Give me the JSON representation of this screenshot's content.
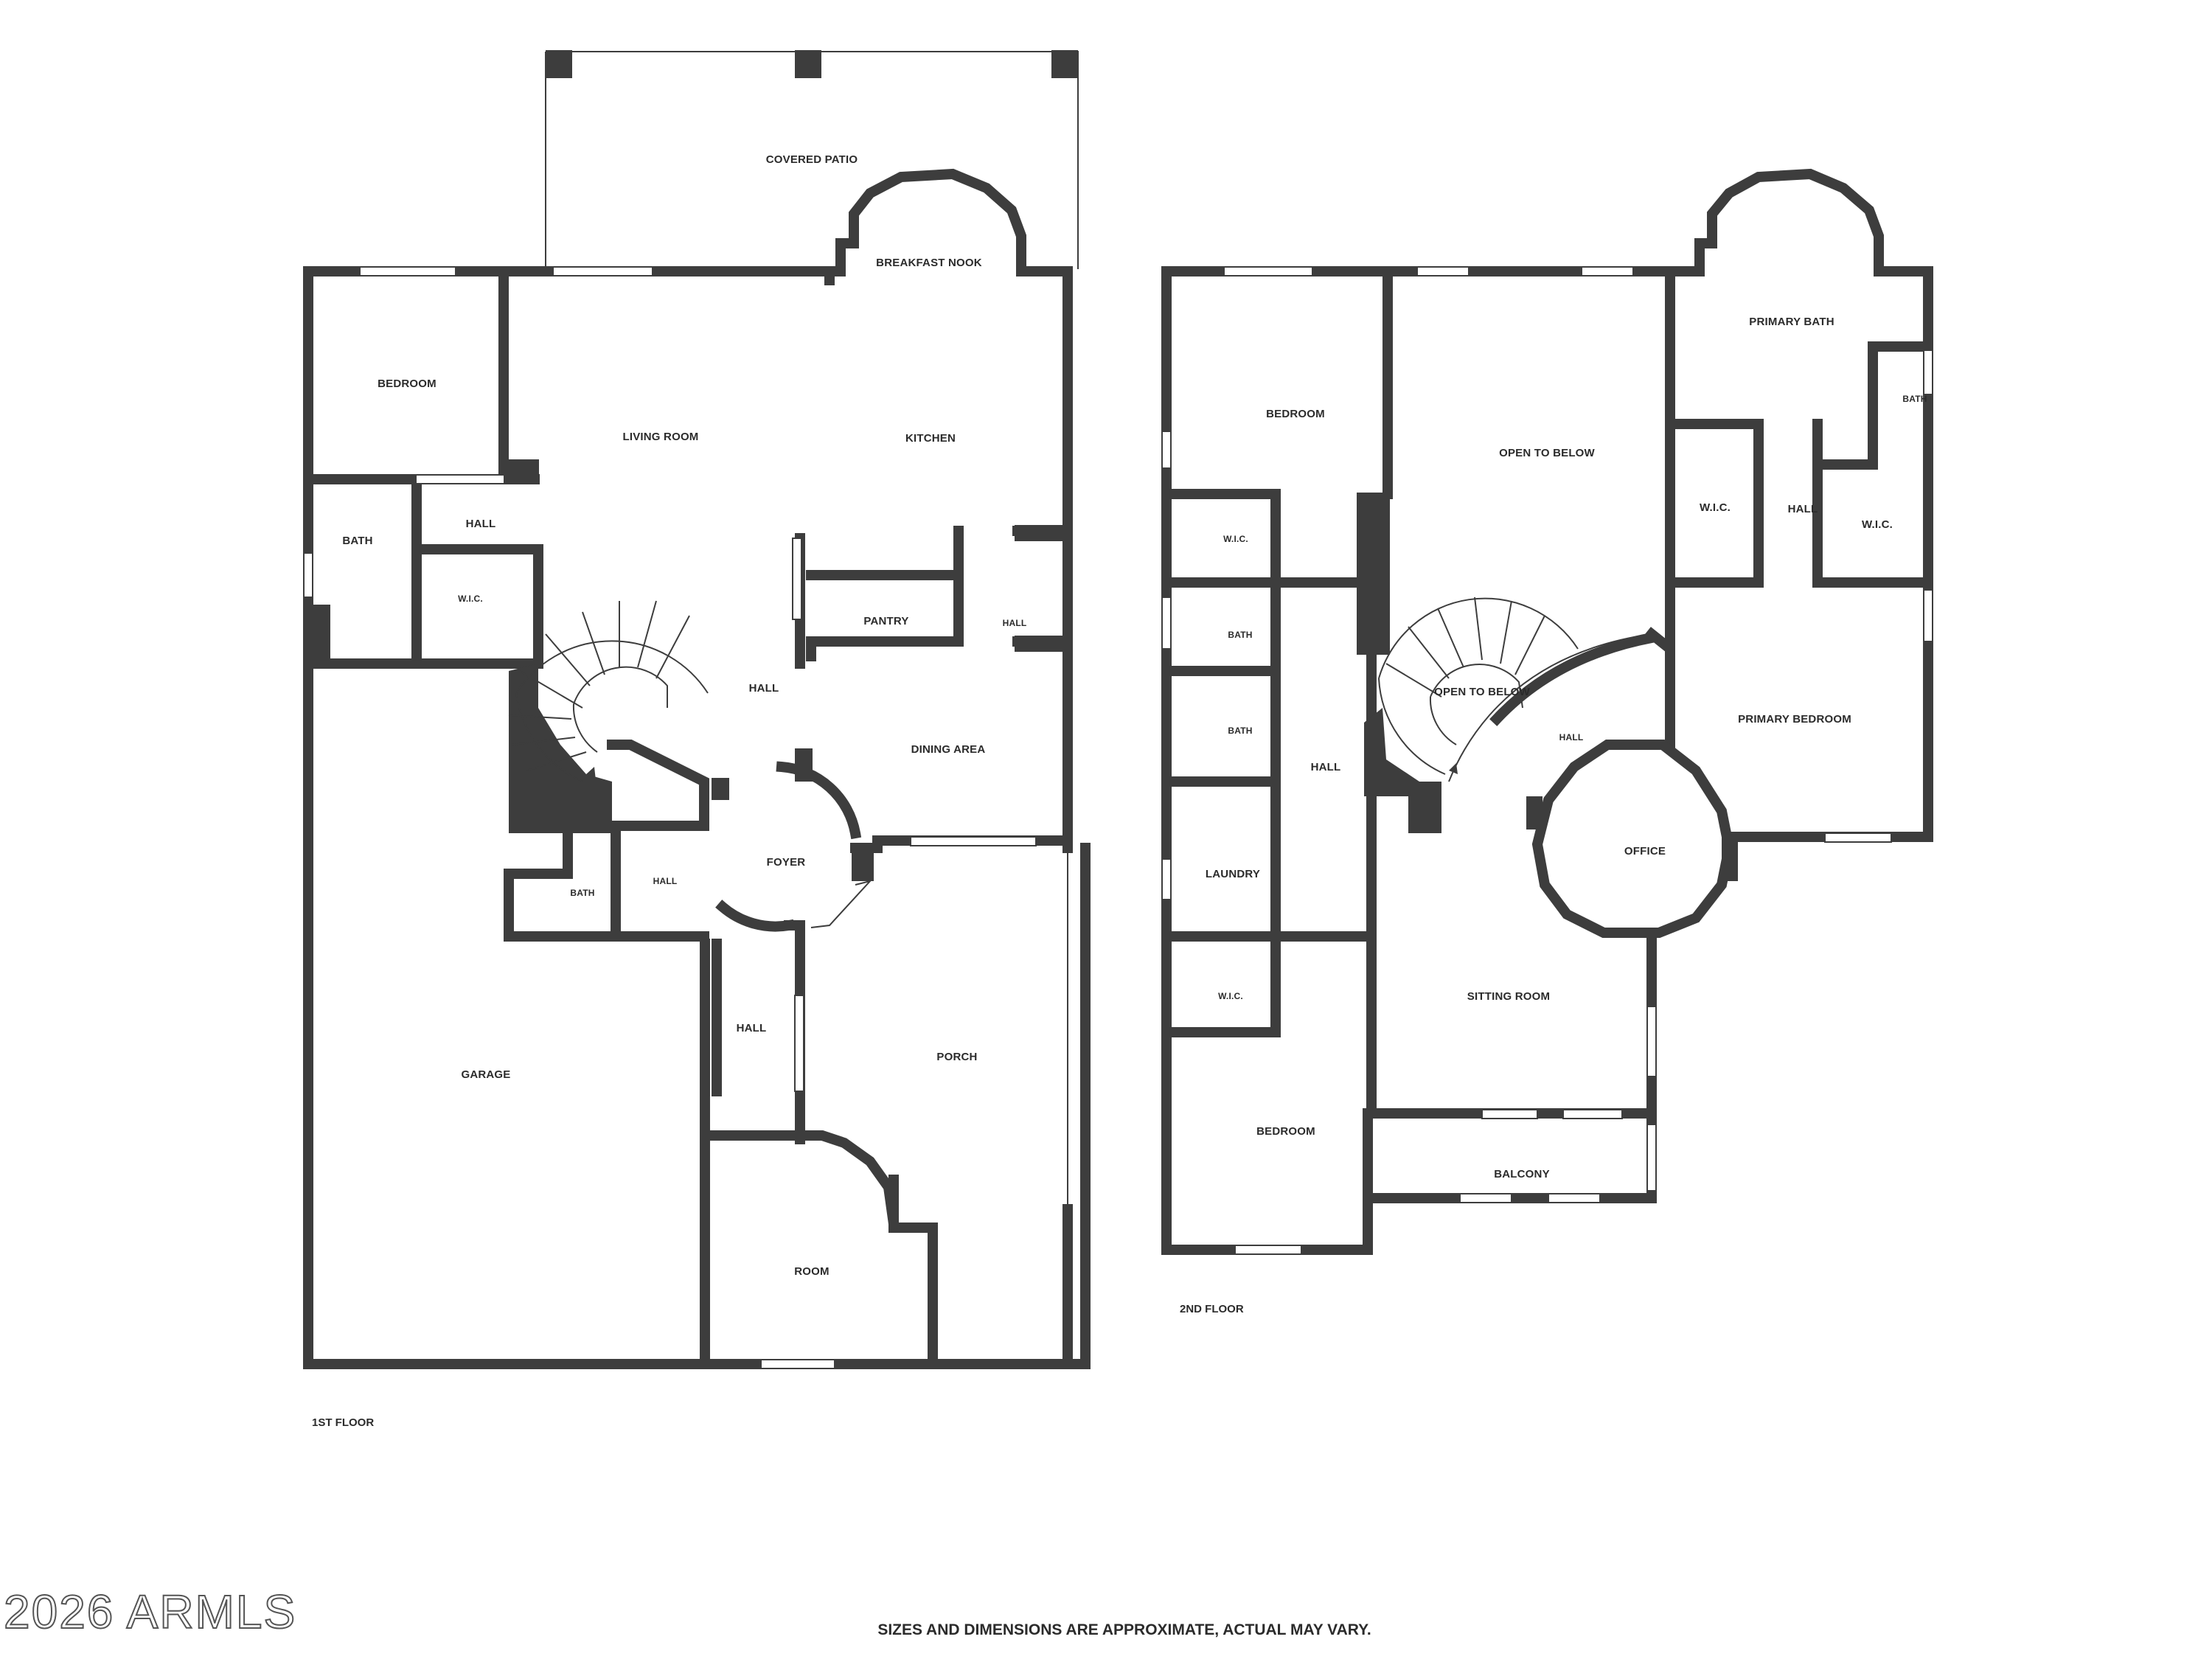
{
  "floors": {
    "first": {
      "label": "1ST FLOOR"
    },
    "second": {
      "label": "2ND FLOOR"
    }
  },
  "rooms_first": {
    "covered_patio": "COVERED PATIO",
    "breakfast_nook": "BREAKFAST NOOK",
    "bedroom": "BEDROOM",
    "living_room": "LIVING ROOM",
    "kitchen": "KITCHEN",
    "bath": "BATH",
    "hall_upper": "HALL",
    "wic": "W.I.C.",
    "pantry": "PANTRY",
    "hall_kitchen": "HALL",
    "hall_center": "HALL",
    "dining_area": "DINING AREA",
    "foyer": "FOYER",
    "bath_small": "BATH",
    "hall_small": "HALL",
    "garage": "GARAGE",
    "hall_lower": "HALL",
    "porch": "PORCH",
    "room": "ROOM"
  },
  "rooms_second": {
    "bedroom_top": "BEDROOM",
    "open_to_below_top": "OPEN TO BELOW",
    "primary_bath": "PRIMARY BATH",
    "bath_right": "BATH",
    "wic_left": "W.I.C.",
    "hall_primary": "HALL",
    "wic_primary": "W.I.C.",
    "wic_right": "W.I.C.",
    "bath_a": "BATH",
    "bath_b": "BATH",
    "open_to_below_stair": "OPEN TO BELOW",
    "hall_curved": "HALL",
    "hall_vertical": "HALL",
    "primary_bedroom": "PRIMARY BEDROOM",
    "laundry": "LAUNDRY",
    "office": "OFFICE",
    "sitting_room": "SITTING ROOM",
    "wic_bottom": "W.I.C.",
    "bedroom_bottom": "BEDROOM",
    "balcony": "BALCONY"
  },
  "footer": {
    "disclaimer": "SIZES AND DIMENSIONS ARE APPROXIMATE, ACTUAL MAY VARY.",
    "watermark": "2026 ARMLS"
  },
  "colors": {
    "wall": "#3d3d3d",
    "background": "#ffffff"
  }
}
